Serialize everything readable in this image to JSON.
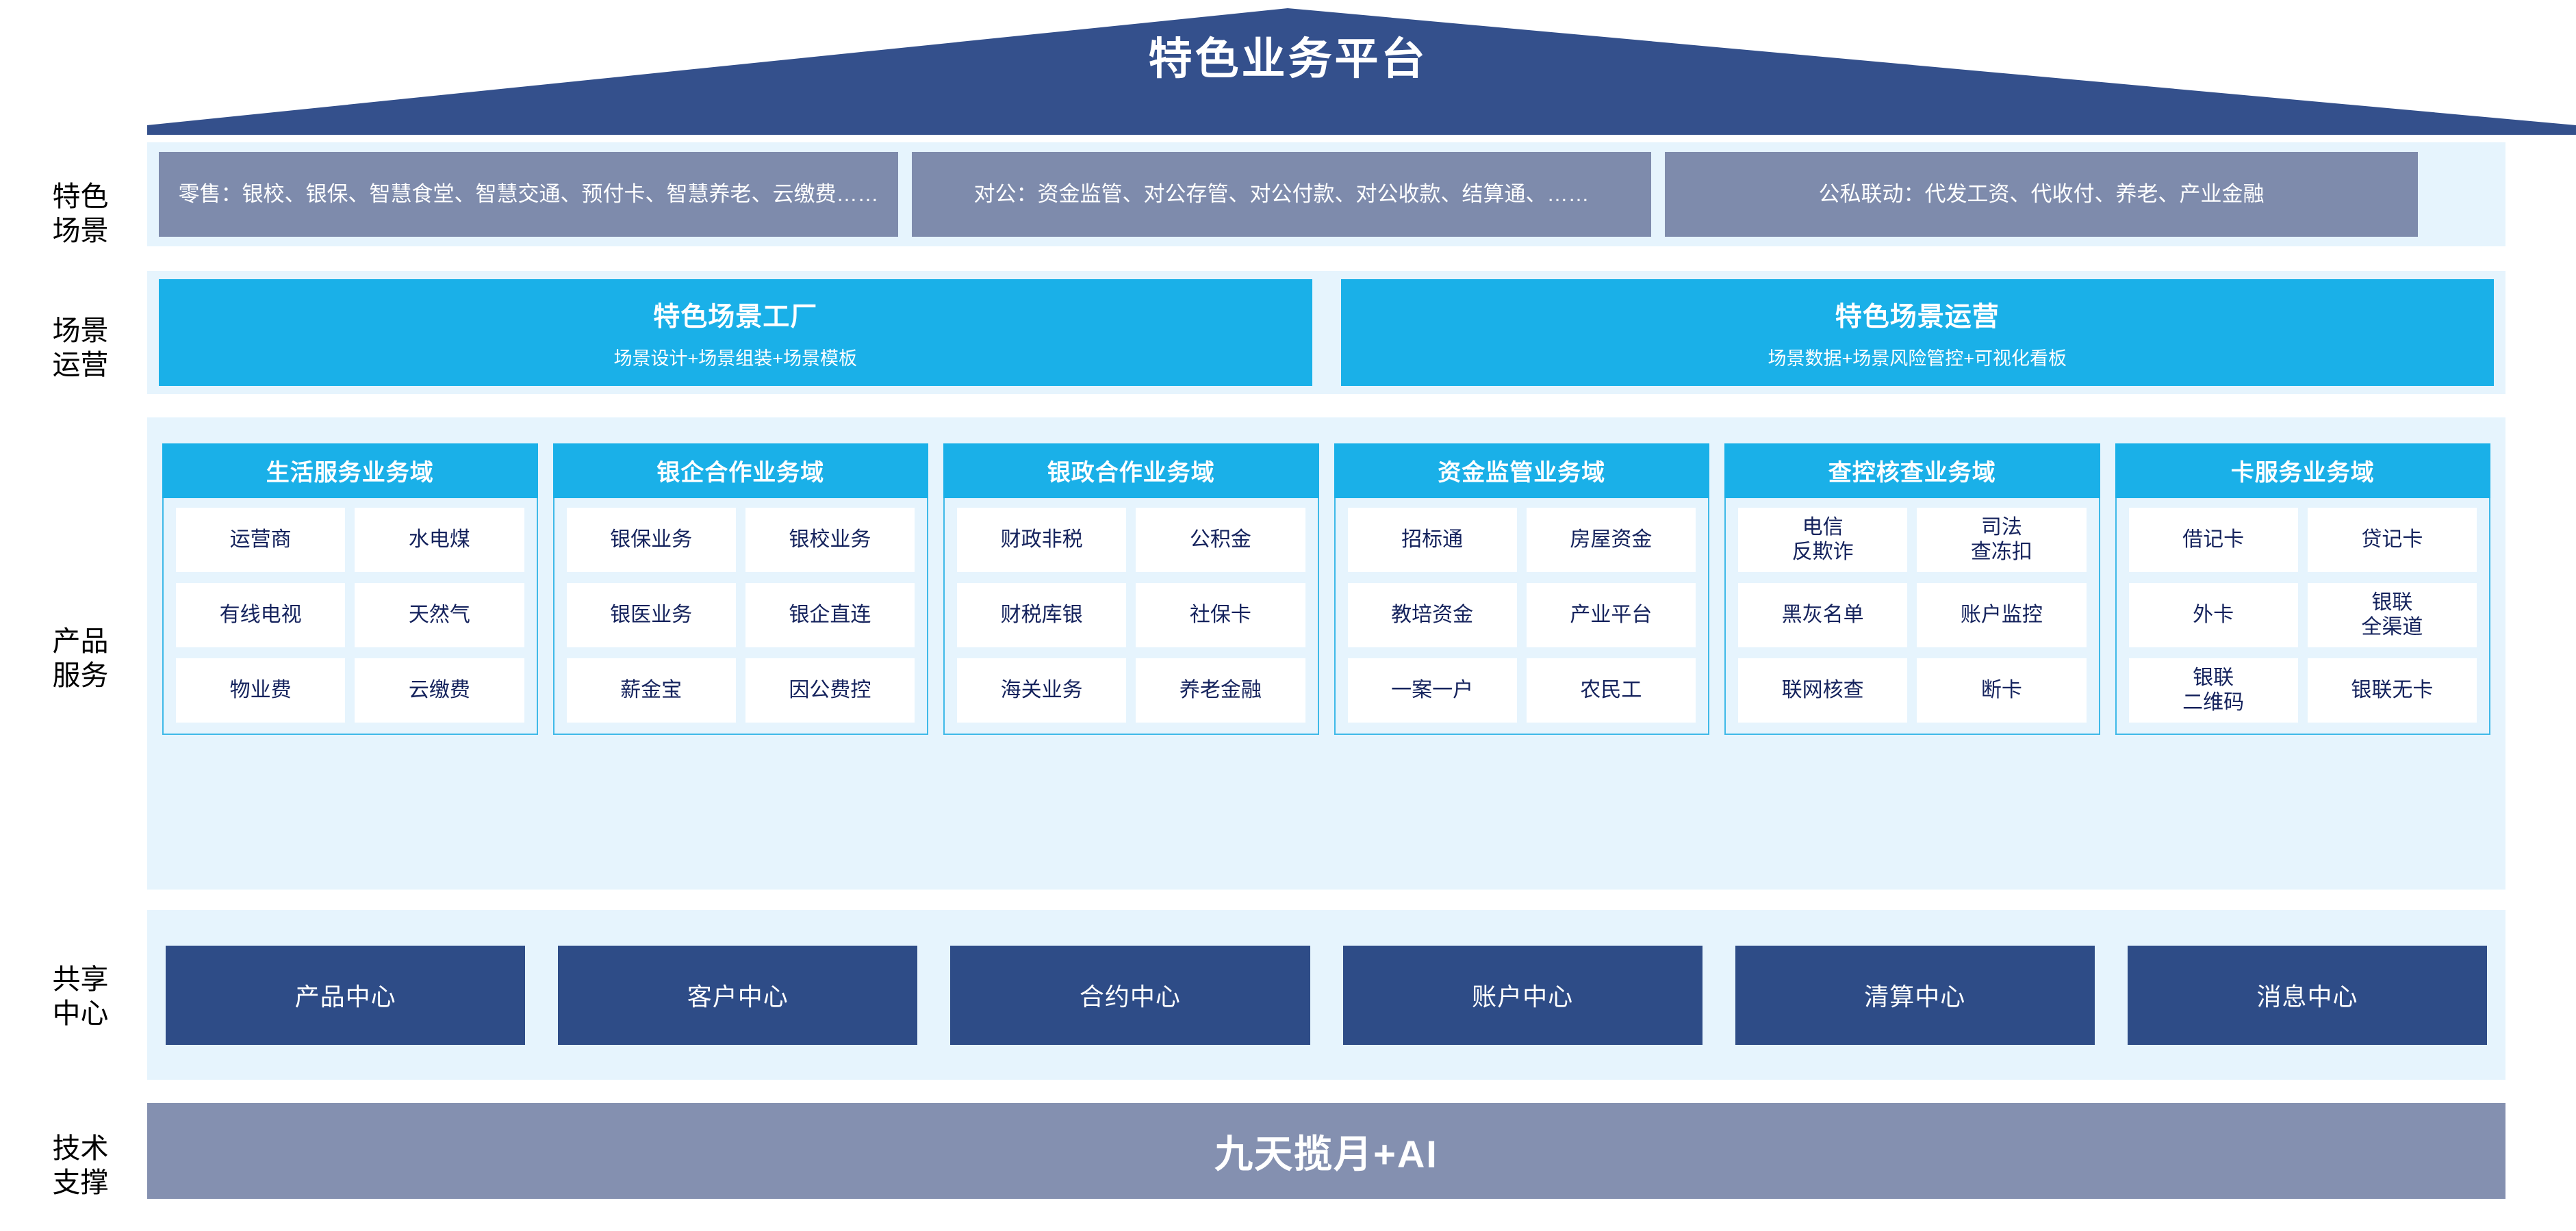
{
  "header": {
    "title": "特色业务平台",
    "roof_color": "#34508c"
  },
  "rows": {
    "scene_label": "特色\n场景",
    "operation_label": "场景\n运营",
    "product_label": "产品\n服务",
    "shared_label": "共享\n中心",
    "tech_label": "技术\n支撑"
  },
  "scenarios": {
    "box_color": "#7e8bac",
    "items": [
      {
        "text": "零售：银校、银保、智慧食堂、智慧交通、预付卡、智慧养老、云缴费……"
      },
      {
        "text": "对公：资金监管、对公存管、对公付款、对公收款、结算通、……"
      },
      {
        "text": "公私联动：代发工资、代收付、养老、产业金融"
      }
    ]
  },
  "operation": {
    "box_color": "#1ab0e8",
    "items": [
      {
        "title": "特色场景工厂",
        "subtitle": "场景设计+场景组装+场景模板"
      },
      {
        "title": "特色场景运营",
        "subtitle": "场景数据+场景风险管控+可视化看板"
      }
    ]
  },
  "product_domains": [
    {
      "title": "生活服务业务域",
      "tiles": [
        [
          "运营商",
          "水电煤"
        ],
        [
          "有线电视",
          "天然气"
        ],
        [
          "物业费",
          "云缴费"
        ]
      ]
    },
    {
      "title": "银企合作业务域",
      "tiles": [
        [
          "银保业务",
          "银校业务"
        ],
        [
          "银医业务",
          "银企直连"
        ],
        [
          "薪金宝",
          "因公费控"
        ]
      ]
    },
    {
      "title": "银政合作业务域",
      "tiles": [
        [
          "财政非税",
          "公积金"
        ],
        [
          "财税库银",
          "社保卡"
        ],
        [
          "海关业务",
          "养老金融"
        ]
      ]
    },
    {
      "title": "资金监管业务域",
      "tiles": [
        [
          "招标通",
          "房屋资金"
        ],
        [
          "教培资金",
          "产业平台"
        ],
        [
          "一案一户",
          "农民工"
        ]
      ]
    },
    {
      "title": "查控核查业务域",
      "tiles": [
        [
          "电信\n反欺诈",
          "司法\n查冻扣"
        ],
        [
          "黑灰名单",
          "账户监控"
        ],
        [
          "联网核查",
          "断卡"
        ]
      ]
    },
    {
      "title": "卡服务业务域",
      "tiles": [
        [
          "借记卡",
          "贷记卡"
        ],
        [
          "外卡",
          "银联\n全渠道"
        ],
        [
          "银联\n二维码",
          "银联无卡"
        ]
      ]
    }
  ],
  "shared_centers": {
    "box_color": "#2e4c87",
    "items": [
      "产品中心",
      "客户中心",
      "合约中心",
      "账户中心",
      "清算中心",
      "消息中心"
    ]
  },
  "tech_support": {
    "bar_color": "#8490b0",
    "title": "九天揽月+AI"
  }
}
